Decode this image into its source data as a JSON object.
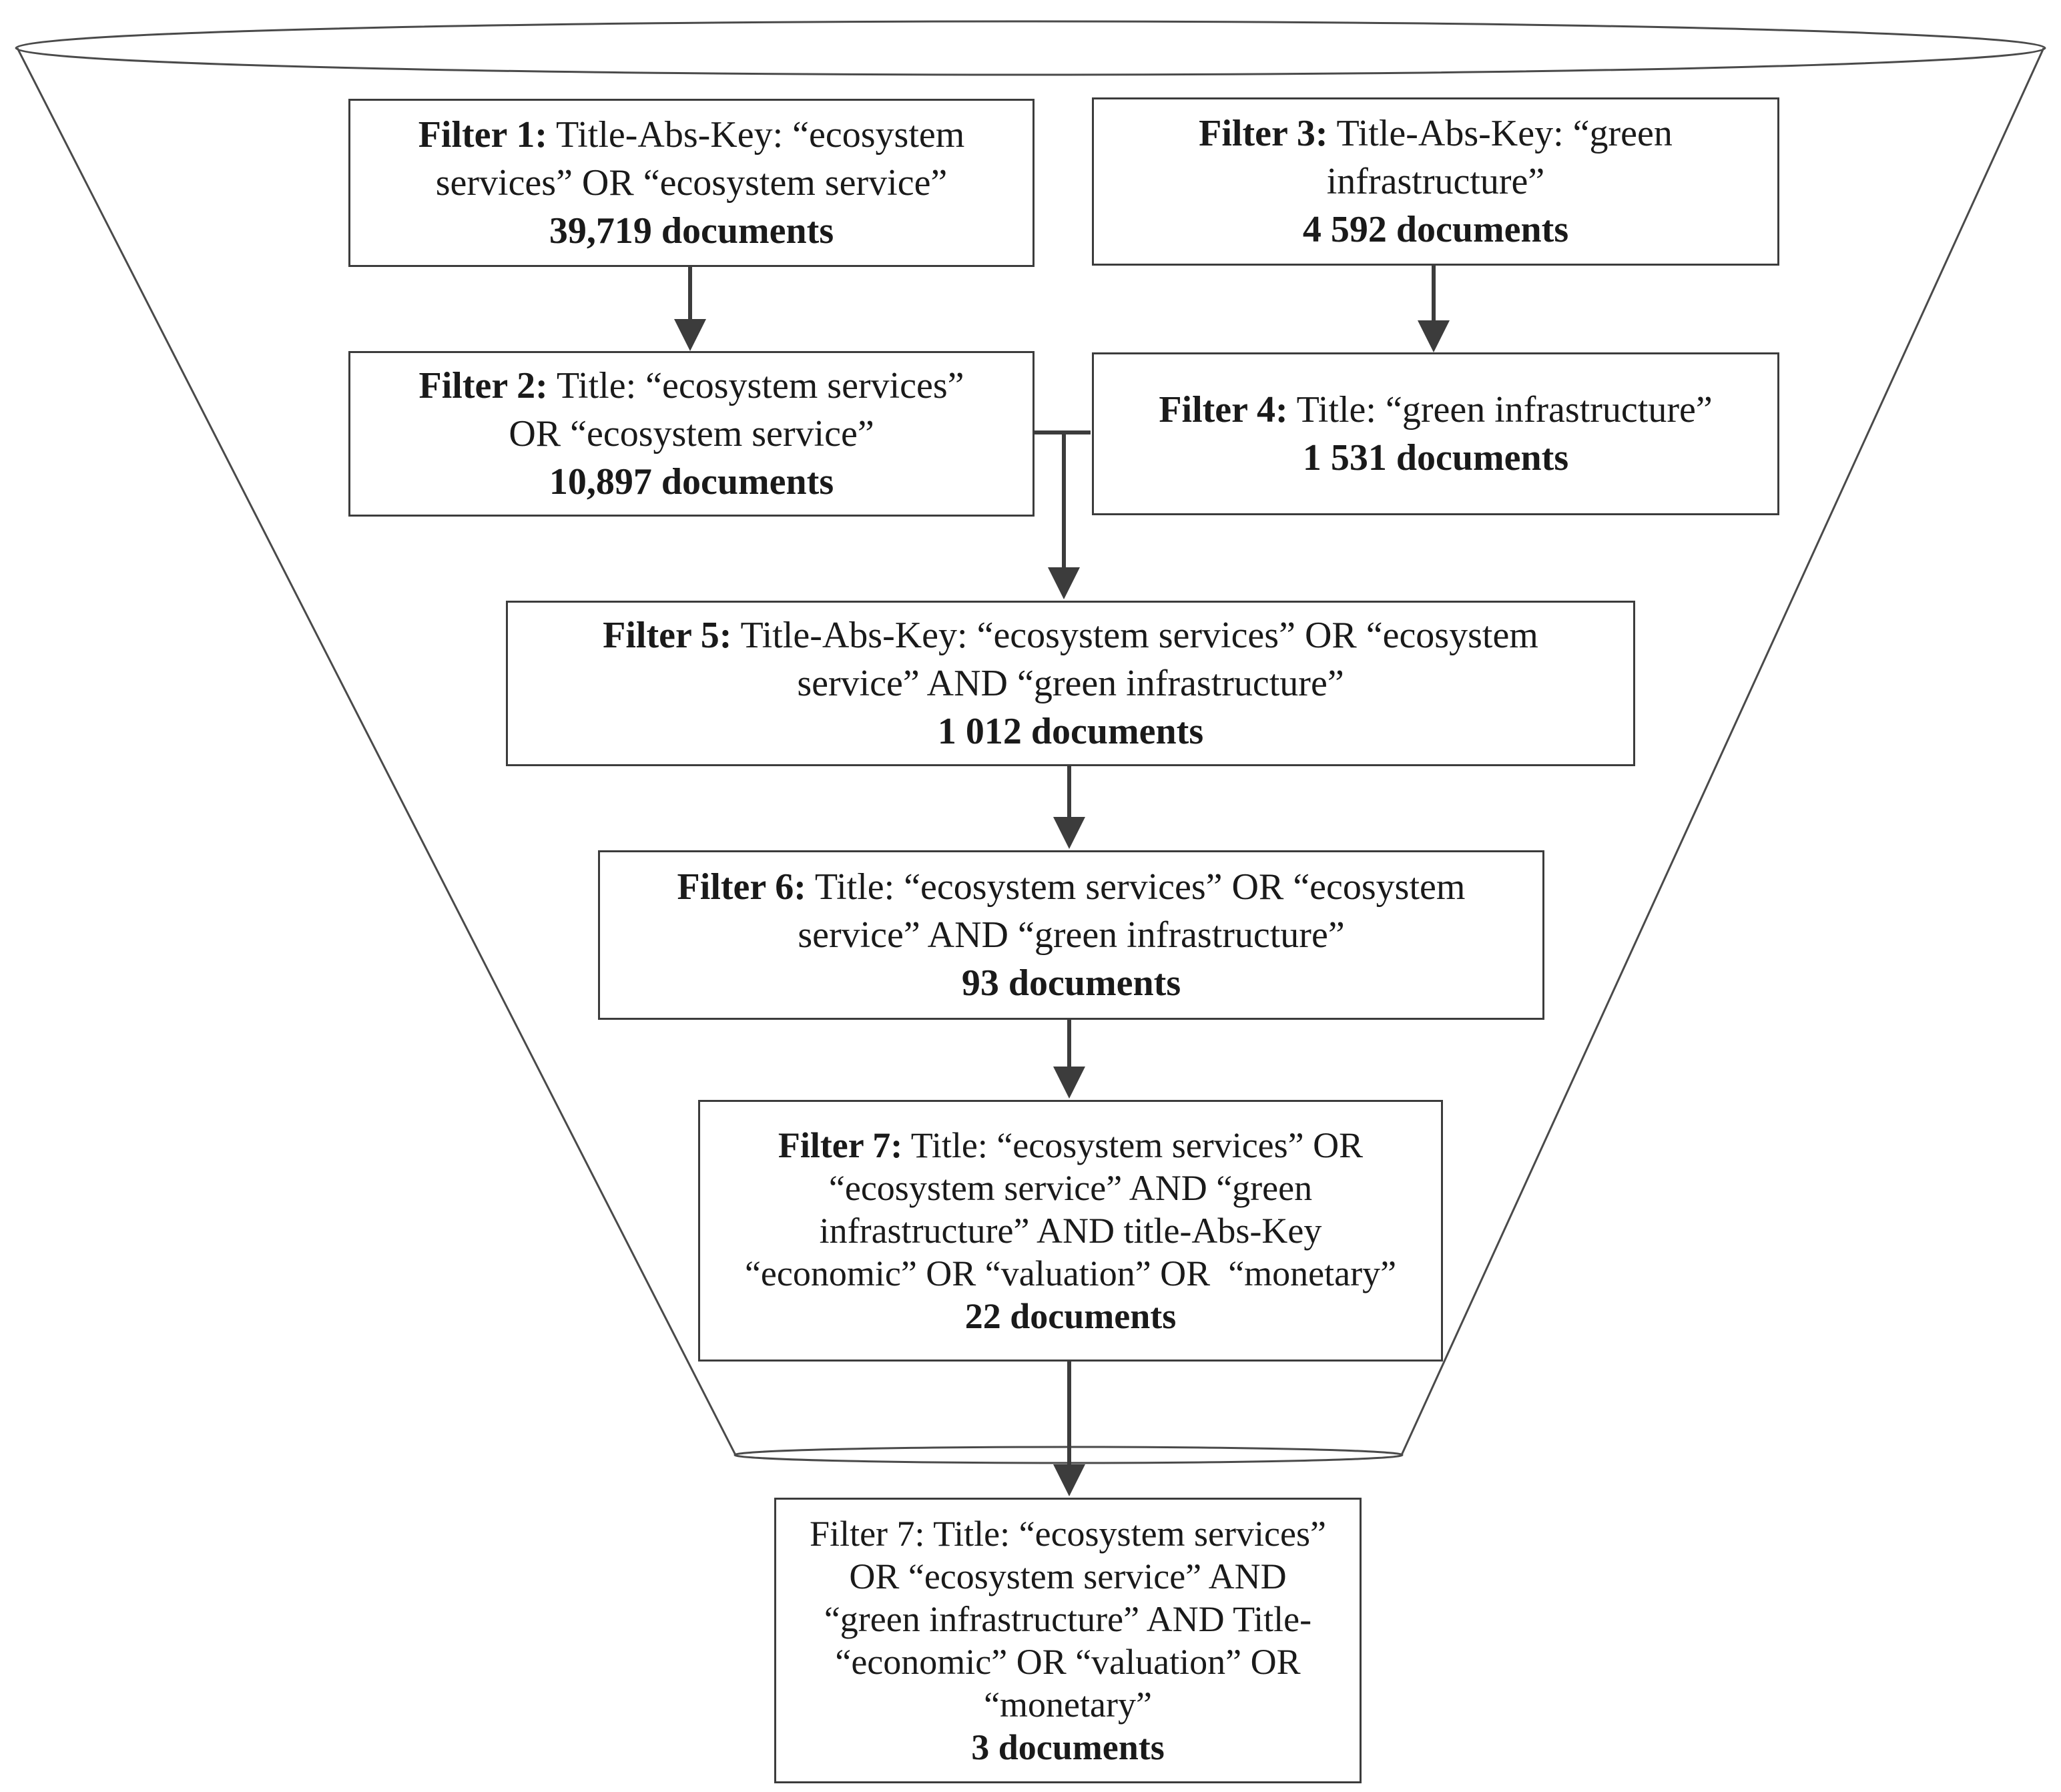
{
  "filters": [
    {
      "lines": [
        {
          "bold": "Filter 1:",
          "text": " Title-Abs-Key: “ecosystem"
        },
        {
          "bold": "",
          "text": "services” OR “ecosystem service”"
        }
      ],
      "count": "39,719 documents"
    },
    {
      "lines": [
        {
          "bold": "Filter 2:",
          "text": " Title: “ecosystem services”"
        },
        {
          "bold": "",
          "text": "OR “ecosystem service”"
        }
      ],
      "count": "10,897 documents"
    },
    {
      "lines": [
        {
          "bold": "Filter 3:",
          "text": " Title-Abs-Key: “green"
        },
        {
          "bold": "",
          "text": "infrastructure”"
        }
      ],
      "count": "4 592 documents"
    },
    {
      "lines": [
        {
          "bold": "Filter 4:",
          "text": " Title: “green infrastructure”"
        }
      ],
      "count": "1 531 documents"
    },
    {
      "lines": [
        {
          "bold": "Filter 5:",
          "text": " Title-Abs-Key: “ecosystem services” OR “ecosystem"
        },
        {
          "bold": "",
          "text": "service” AND “green infrastructure”"
        }
      ],
      "count": "1 012 documents"
    },
    {
      "lines": [
        {
          "bold": "Filter 6:",
          "text": " Title: “ecosystem services” OR “ecosystem"
        },
        {
          "bold": "",
          "text": "service” AND “green infrastructure”"
        }
      ],
      "count": "93 documents"
    },
    {
      "lines": [
        {
          "bold": "Filter 7:",
          "text": " Title: “ecosystem services” OR"
        },
        {
          "bold": "",
          "text": "“ecosystem service” AND “green"
        },
        {
          "bold": "",
          "text": "infrastructure” AND title-Abs-Key"
        },
        {
          "bold": "",
          "text": "“economic” OR “valuation” OR  “monetary”"
        }
      ],
      "count": "22 documents"
    },
    {
      "lines": [
        {
          "bold": "",
          "text": "Filter 7: Title: “ecosystem services”"
        },
        {
          "bold": "",
          "text": "OR “ecosystem service” AND"
        },
        {
          "bold": "",
          "text": "“green infrastructure” AND Title-"
        },
        {
          "bold": "",
          "text": "“economic” OR “valuation” OR"
        },
        {
          "bold": "",
          "text": "“monetary”"
        }
      ],
      "count": "3 documents"
    }
  ],
  "colors": {
    "line": "#3c3c3c",
    "funnel": "#4a4a4a"
  }
}
